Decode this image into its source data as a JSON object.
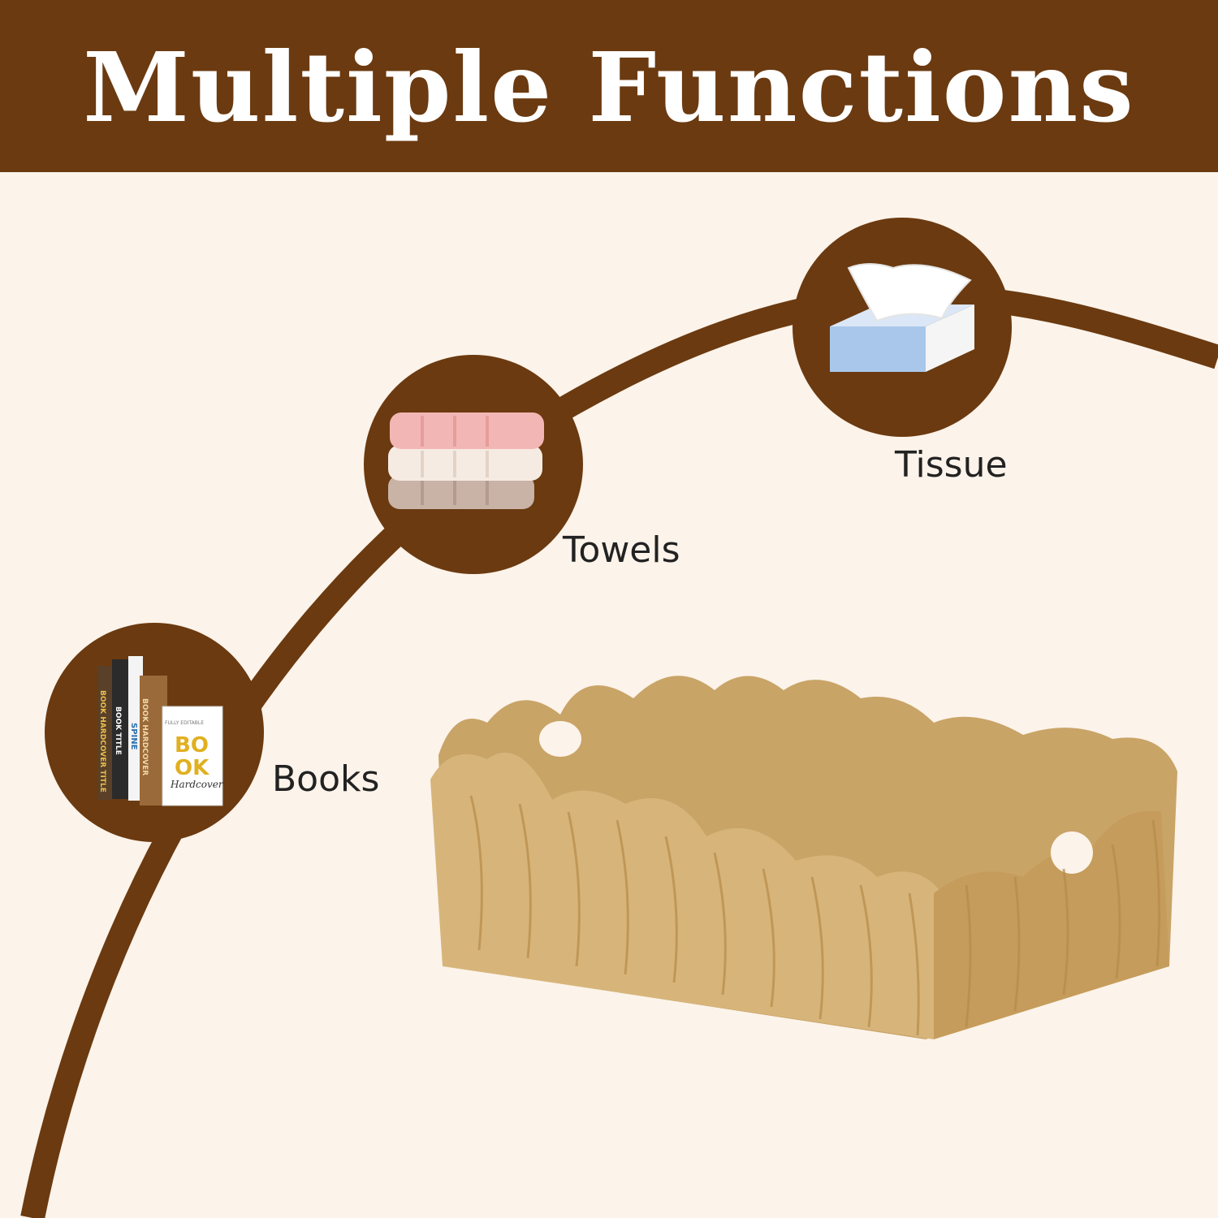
{
  "header": {
    "title": "Multiple Functions"
  },
  "colors": {
    "brown": "#6b3a10",
    "background": "#fcf3ea",
    "white": "#ffffff"
  },
  "uses": [
    {
      "label": "Books",
      "icon": "books-icon"
    },
    {
      "label": "Towels",
      "icon": "towels-icon"
    },
    {
      "label": "Tissue",
      "icon": "tissue-box-icon"
    }
  ],
  "book_covers": {
    "title_a": "BOOK HARDCOVER TITLE",
    "title_b": "BOOK TITLE",
    "spine": "SPINE",
    "title_c": "BOOK HARDCOVER",
    "editable": "FULLY EDITABLE",
    "word_1": "BO",
    "word_2": "OK",
    "word_3": "Hardcover"
  },
  "product": {
    "image": "woven-basket-image"
  }
}
